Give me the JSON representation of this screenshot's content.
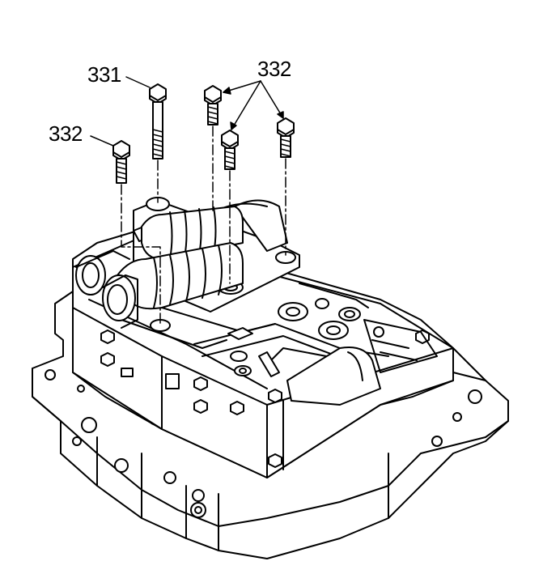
{
  "callouts": {
    "c331": "331",
    "c332_top": "332",
    "c332_left": "332"
  },
  "colors": {
    "ink": "#000000",
    "paper": "#ffffff"
  },
  "parts": [
    {
      "ref": "331",
      "description": "bolt"
    },
    {
      "ref": "332",
      "description": "bolts"
    }
  ]
}
